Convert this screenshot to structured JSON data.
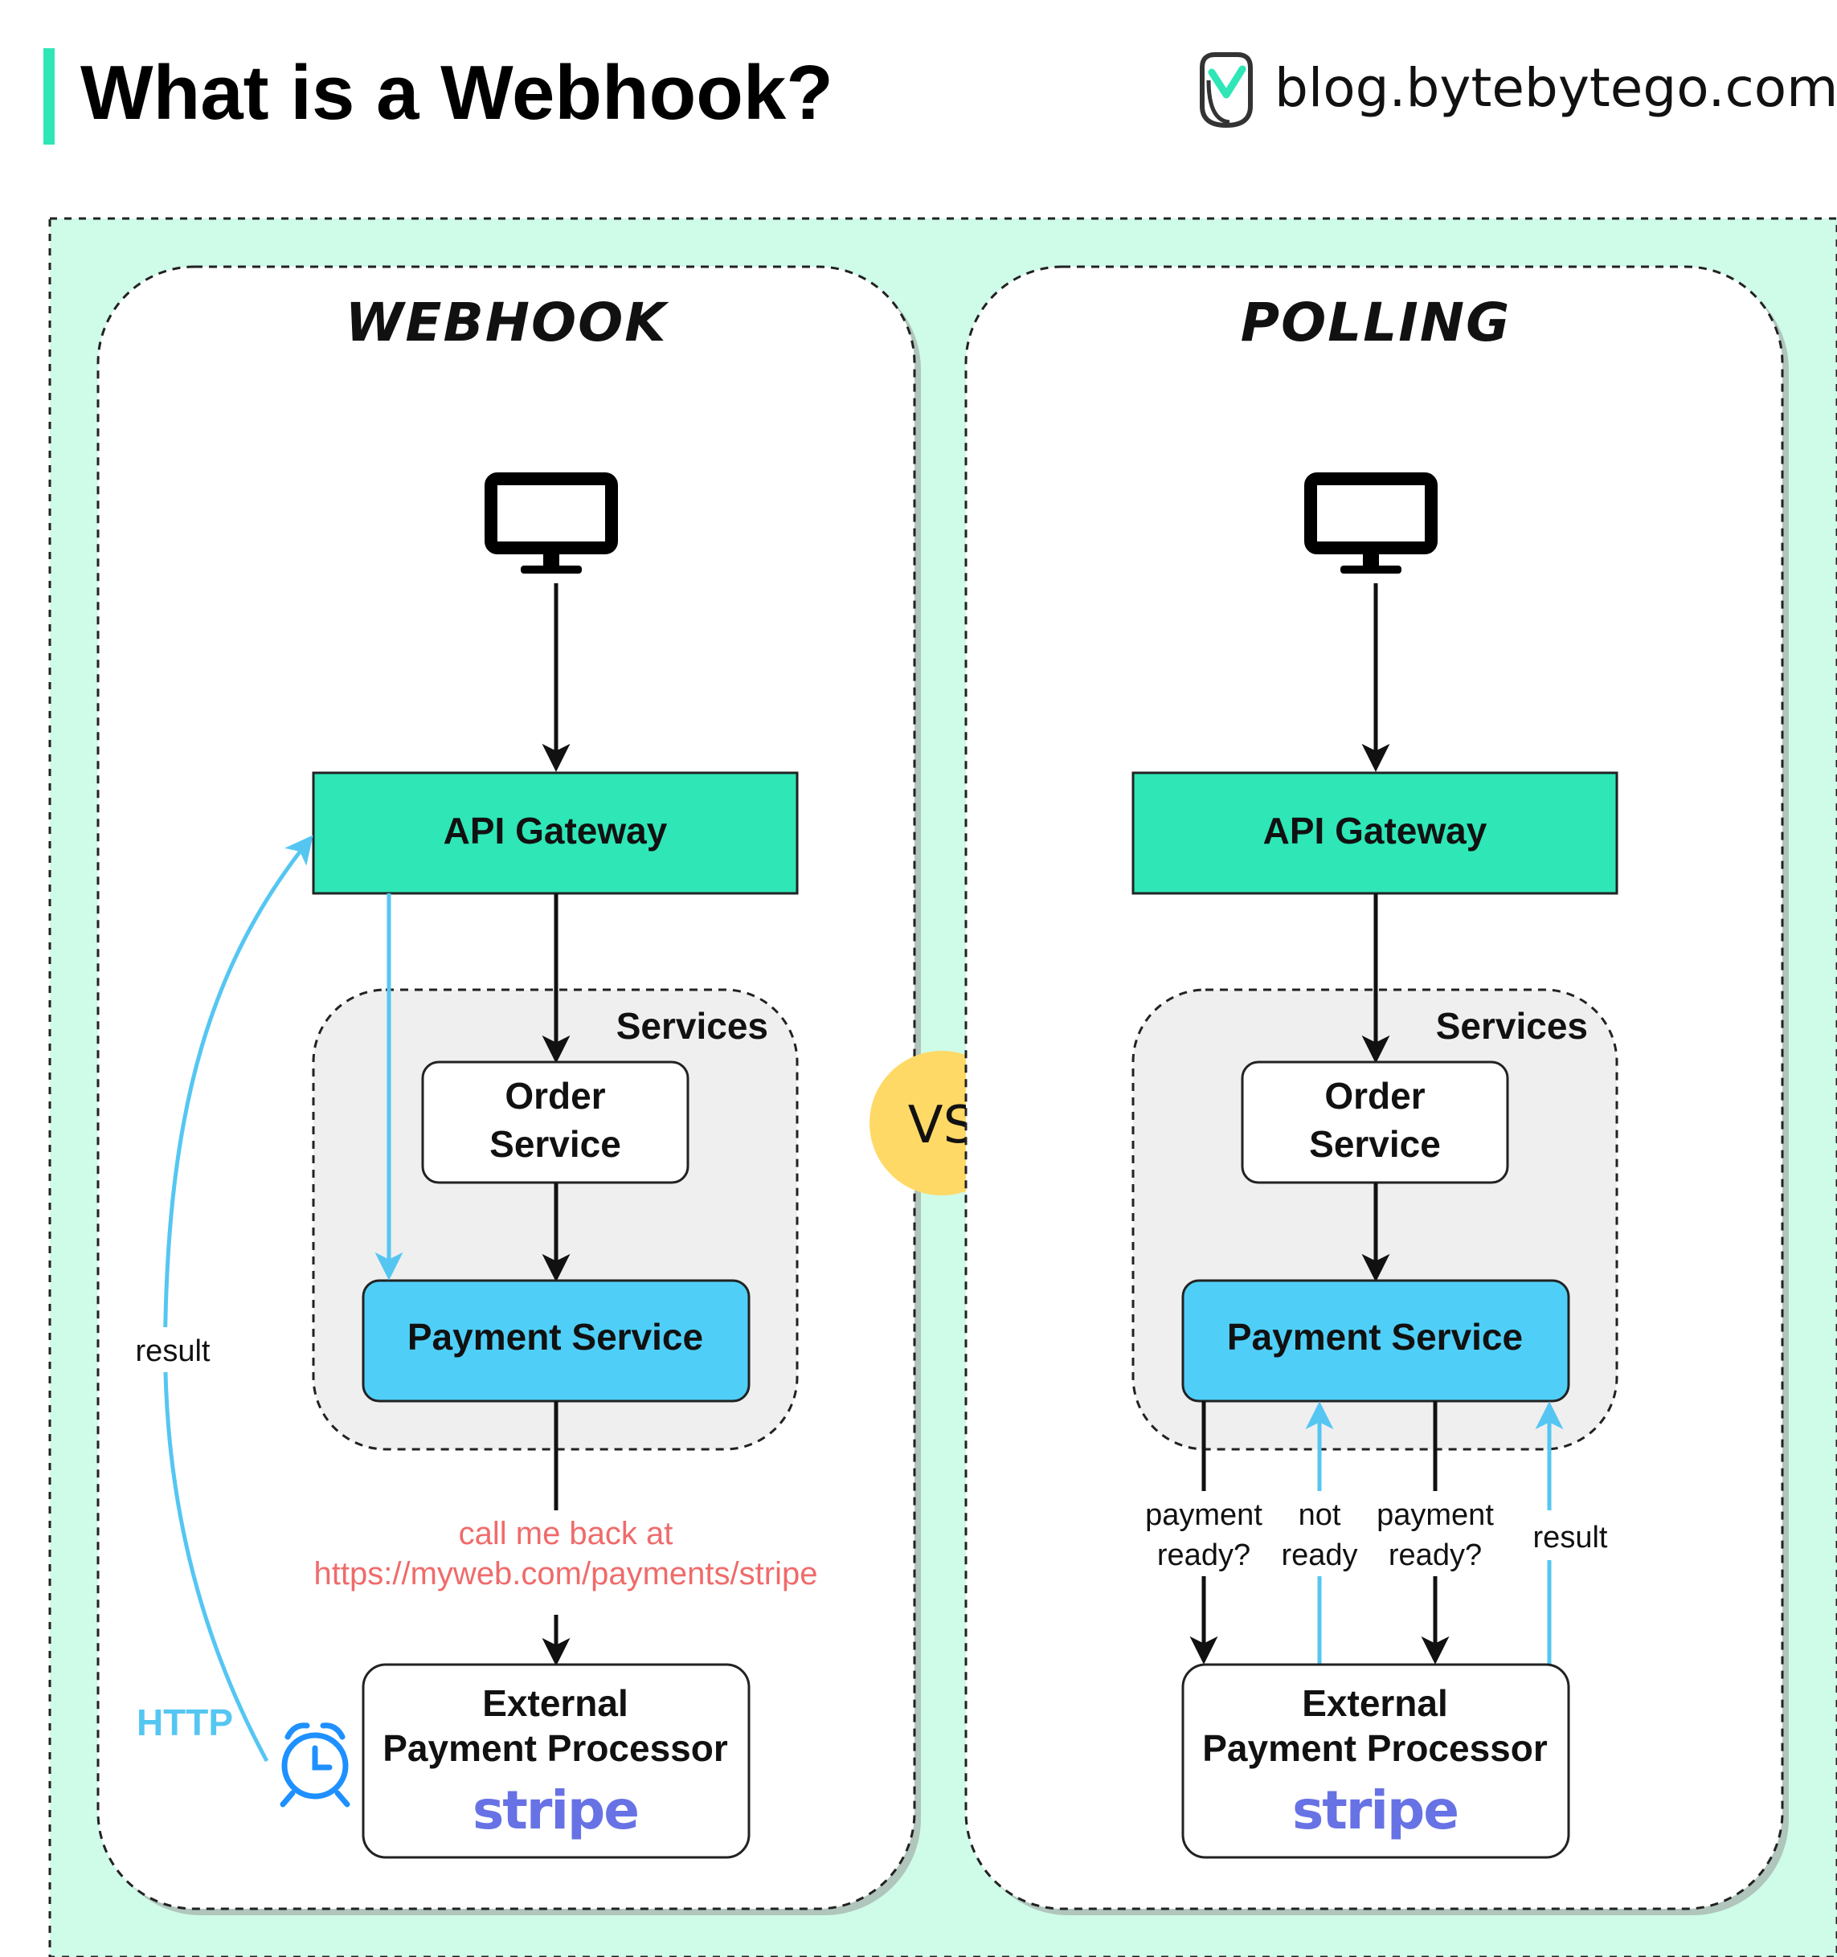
{
  "header": {
    "title": "What is a Webhook?",
    "site": "blog.bytebytego.com",
    "accent_color": "#2ee6b6"
  },
  "colors": {
    "panel_bg": "#cffbe9",
    "gateway": "#2ee6b6",
    "payment_service": "#4fcff8",
    "services_bg": "#efefef",
    "vs_circle": "#ffd966",
    "callback_arrow": "#55c6f2",
    "url_text": "#ef6b6b",
    "stripe": "#6772e5"
  },
  "vs": "VS",
  "webhook": {
    "title": "WEBHOOK",
    "api_gateway": "API Gateway",
    "services_label": "Services",
    "order_service": [
      "Order",
      "Service"
    ],
    "payment_service": "Payment Service",
    "callback_text": [
      "call me back at",
      "https://myweb.com/payments/stripe"
    ],
    "processor": [
      "External",
      "Payment Processor"
    ],
    "stripe": "stripe",
    "result_label": "result",
    "http_label": "HTTP",
    "icons": [
      "monitor-icon",
      "alarm-clock-icon"
    ]
  },
  "polling": {
    "title": "POLLING",
    "api_gateway": "API Gateway",
    "services_label": "Services",
    "order_service": [
      "Order",
      "Service"
    ],
    "payment_service": "Payment Service",
    "processor": [
      "External",
      "Payment Processor"
    ],
    "stripe": "stripe",
    "arrow_labels": [
      [
        "payment",
        "ready?"
      ],
      [
        "not",
        "ready"
      ],
      [
        "payment",
        "ready?"
      ],
      [
        "result"
      ]
    ],
    "icons": [
      "monitor-icon"
    ]
  }
}
